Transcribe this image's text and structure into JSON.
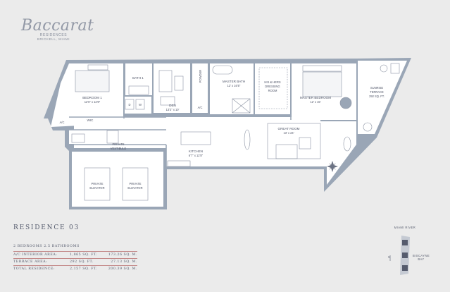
{
  "brand": {
    "name": "Baccarat",
    "line1": "RESIDENCES",
    "line2": "BRICKELL, MIAMI"
  },
  "residence_title": "RESIDENCE 03",
  "summary": {
    "rooms": "2 BEDROOMS   2.5 BATHROOMS",
    "rows": [
      {
        "label": "A/C INTERIOR AREA:",
        "sqft": "1,865 SQ. FT.",
        "sqm": "173.26 SQ. M."
      },
      {
        "label": "TERRACE AREA:",
        "sqft": "292 SQ. FT.",
        "sqm": "27.13 SQ. M."
      },
      {
        "label": "TOTAL RESIDENCE:",
        "sqft": "2,157 SQ. FT.",
        "sqm": "200.39 SQ. M."
      }
    ]
  },
  "rooms": {
    "bedroom1": {
      "name": "BEDROOM 1",
      "dim": "12'6\" x 12'8\""
    },
    "bath1": "BATH 1",
    "den": {
      "name": "DEN",
      "dim": "13'2\" x 10'"
    },
    "powder": "POWDER",
    "master_bath": {
      "name": "MASTER BATH",
      "dim": "12' x 16'5\""
    },
    "dressing": {
      "line1": "HIS & HERS",
      "line2": "DRESSING",
      "line3": "ROOM"
    },
    "master_bedroom": {
      "name": "MASTER BEDROOM",
      "dim": "12' x 15'"
    },
    "sunrise_terrace": {
      "line1": "SUNRISE",
      "line2": "TERRACE",
      "line3": "292 SQ. FT."
    },
    "wic": "WIC",
    "ac1": "A/C",
    "ac2": "A/C",
    "d": "D",
    "w": "W",
    "vestibule": {
      "line1": "PRIVATE",
      "line2": "VESTIBULE"
    },
    "kitchen": {
      "name": "KITCHEN",
      "dim": "6'7\" x 12'8\""
    },
    "great_room": {
      "name": "GREAT ROOM",
      "dim": "13' x 24'"
    },
    "elevator1": {
      "line1": "PRIVATE",
      "line2": "ELEVATOR"
    },
    "elevator2": {
      "line1": "PRIVATE",
      "line2": "ELEVATOR"
    }
  },
  "keyplan": {
    "river": "MIAMI RIVER",
    "bay": "BISCAYNE BAY",
    "north": "N"
  },
  "colors": {
    "wall": "#9aa6b6",
    "background": "#ebebeb",
    "interior": "#ffffff",
    "accent_line": "#c48a8a"
  }
}
